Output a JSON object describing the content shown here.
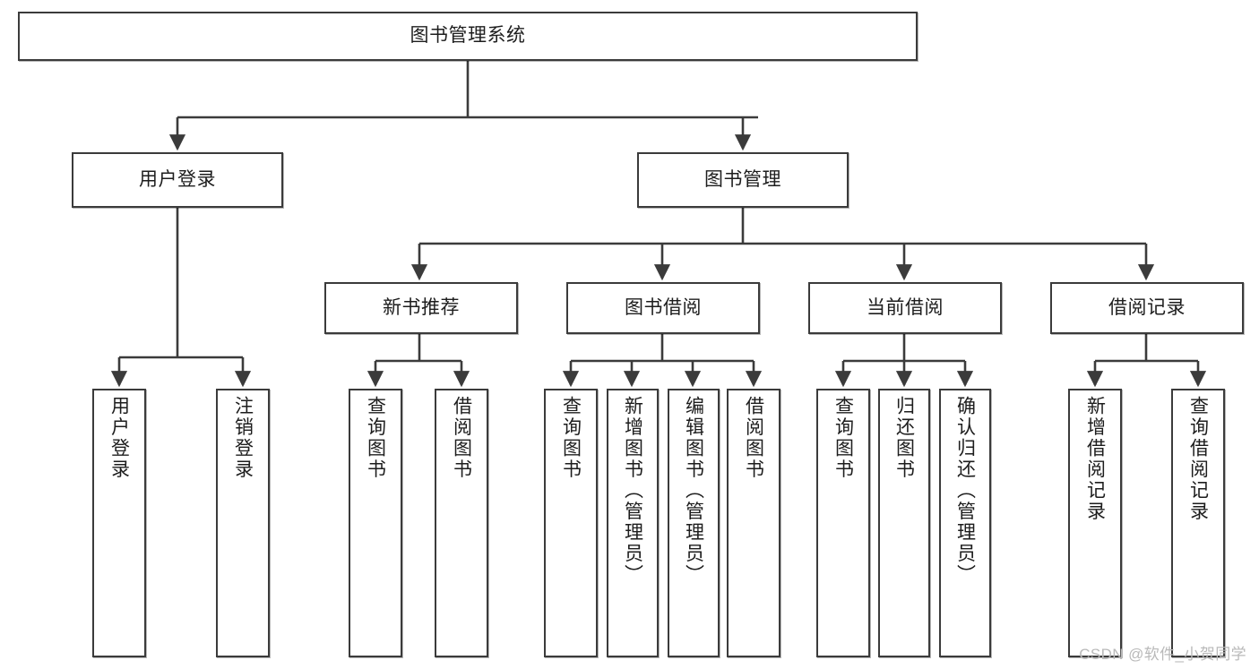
{
  "diagram": {
    "type": "tree",
    "title": "图书管理系统",
    "watermark": "CSDN @软件_小贺同学",
    "colors": {
      "background": "#ffffff",
      "box_border": "#3b3b3b",
      "connector": "#3b3b3b",
      "text": "#1d1d1d",
      "watermark": "#b9b9b9"
    },
    "nodes": {
      "root": {
        "label": "图书管理系统"
      },
      "level2": [
        {
          "label": "用户登录"
        },
        {
          "label": "图书管理"
        }
      ],
      "level3": [
        {
          "label": "新书推荐"
        },
        {
          "label": "图书借阅"
        },
        {
          "label": "当前借阅"
        },
        {
          "label": "借阅记录"
        }
      ],
      "leaves": {
        "user_login": [
          {
            "label": "用户登录"
          },
          {
            "label": "注销登录"
          }
        ],
        "new_book_recommend": [
          {
            "label": "查询图书"
          },
          {
            "label": "借阅图书"
          }
        ],
        "book_borrow": [
          {
            "label": "查询图书"
          },
          {
            "label": "新增图书（管理员）"
          },
          {
            "label": "编辑图书（管理员）"
          },
          {
            "label": "借阅图书"
          }
        ],
        "current_borrow": [
          {
            "label": "查询图书"
          },
          {
            "label": "归还图书"
          },
          {
            "label": "确认归还（管理员）"
          }
        ],
        "borrow_record": [
          {
            "label": "新增借阅记录"
          },
          {
            "label": "查询借阅记录"
          }
        ]
      }
    }
  }
}
